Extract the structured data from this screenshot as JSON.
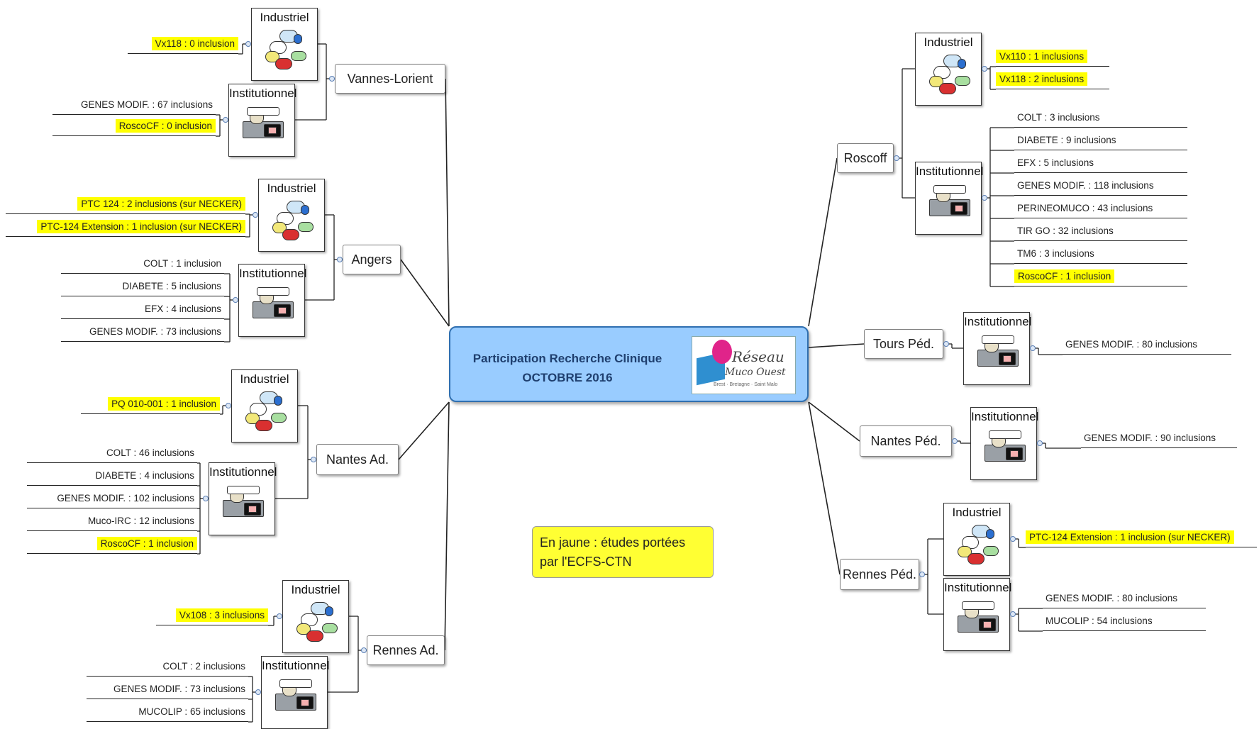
{
  "center": {
    "title_line1": "Participation Recherche Clinique",
    "title_line2": "OCTOBRE 2016",
    "logo_text1": "Réseau",
    "logo_text2": "Muco Ouest",
    "logo_text3": "Brest · Bretagne · Saint Malo"
  },
  "legend_note": "En jaune : études portées par l'ECFS-CTN",
  "labels": {
    "industriel": "Industriel",
    "institutionnel": "Institutionnel"
  },
  "colors": {
    "highlight": "#ffff00",
    "center_fill": "#99ccff",
    "note_fill": "#ffff33"
  },
  "branches": [
    {
      "city": "Vannes-Lorient",
      "industriel": [
        {
          "text": "Vx118 : 0 inclusion",
          "highlight": true
        }
      ],
      "institutionnel": [
        {
          "text": "GENES MODIF. : 67 inclusions",
          "highlight": false
        },
        {
          "text": "RoscoCF : 0 inclusion",
          "highlight": true
        }
      ]
    },
    {
      "city": "Angers",
      "industriel": [
        {
          "text": "PTC 124 : 2 inclusions (sur NECKER)",
          "highlight": true
        },
        {
          "text": "PTC-124 Extension : 1 inclusion (sur NECKER)",
          "highlight": true
        }
      ],
      "institutionnel": [
        {
          "text": "COLT : 1 inclusion",
          "highlight": false
        },
        {
          "text": "DIABETE : 5 inclusions",
          "highlight": false
        },
        {
          "text": "EFX : 4 inclusions",
          "highlight": false
        },
        {
          "text": "GENES MODIF. : 73 inclusions",
          "highlight": false
        }
      ]
    },
    {
      "city": "Nantes Ad.",
      "industriel": [
        {
          "text": "PQ 010-001 : 1 inclusion",
          "highlight": true
        }
      ],
      "institutionnel": [
        {
          "text": "COLT : 46 inclusions",
          "highlight": false
        },
        {
          "text": "DIABETE : 4 inclusions",
          "highlight": false
        },
        {
          "text": "GENES MODIF. : 102 inclusions",
          "highlight": false
        },
        {
          "text": "Muco-IRC : 12 inclusions",
          "highlight": false
        },
        {
          "text": "RoscoCF : 1 inclusion",
          "highlight": true
        }
      ]
    },
    {
      "city": "Rennes Ad.",
      "industriel": [
        {
          "text": "Vx108 : 3 inclusions",
          "highlight": true
        }
      ],
      "institutionnel": [
        {
          "text": "COLT : 2 inclusions",
          "highlight": false
        },
        {
          "text": "GENES MODIF. : 73 inclusions",
          "highlight": false
        },
        {
          "text": "MUCOLIP : 65 inclusions",
          "highlight": false
        }
      ]
    },
    {
      "city": "Roscoff",
      "industriel": [
        {
          "text": "Vx110 : 1 inclusions",
          "highlight": true
        },
        {
          "text": "Vx118 : 2 inclusions",
          "highlight": true
        }
      ],
      "institutionnel": [
        {
          "text": "COLT : 3 inclusions",
          "highlight": false
        },
        {
          "text": "DIABETE : 9 inclusions",
          "highlight": false
        },
        {
          "text": "EFX : 5 inclusions",
          "highlight": false
        },
        {
          "text": "GENES MODIF. : 118 inclusions",
          "highlight": false
        },
        {
          "text": "PERINEOMUCO : 43 inclusions",
          "highlight": false
        },
        {
          "text": "TIR GO : 32 inclusions",
          "highlight": false
        },
        {
          "text": "TM6 : 3 inclusions",
          "highlight": false
        },
        {
          "text": "RoscoCF : 1 inclusion",
          "highlight": true
        }
      ]
    },
    {
      "city": "Tours Péd.",
      "institutionnel": [
        {
          "text": "GENES MODIF. : 80 inclusions",
          "highlight": false
        }
      ]
    },
    {
      "city": "Nantes Péd.",
      "institutionnel": [
        {
          "text": "GENES MODIF. : 90 inclusions",
          "highlight": false
        }
      ]
    },
    {
      "city": "Rennes Péd.",
      "industriel": [
        {
          "text": "PTC-124 Extension : 1 inclusion (sur NECKER)",
          "highlight": true
        }
      ],
      "institutionnel": [
        {
          "text": "GENES MODIF. : 80 inclusions",
          "highlight": false
        },
        {
          "text": "MUCOLIP : 54 inclusions",
          "highlight": false
        }
      ]
    }
  ]
}
